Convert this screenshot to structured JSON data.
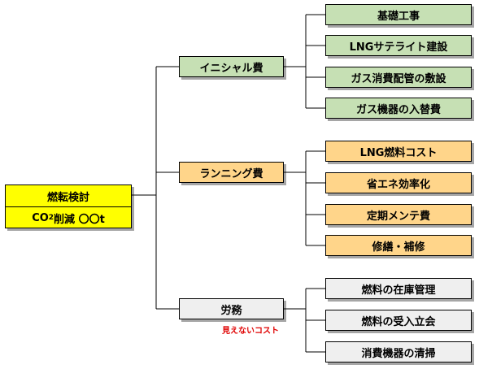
{
  "root": {
    "title": "燃転検討",
    "co2_prefix": "CO",
    "co2_sub": "2",
    "co2_suffix": " 削減 〇〇t"
  },
  "branches": [
    {
      "label": "イニシャル費",
      "color": "#c6e0b4",
      "items": [
        "基礎工事",
        "LNGサテライト建設",
        "ガス消費配管の敷設",
        "ガス機器の入替費"
      ]
    },
    {
      "label": "ランニング費",
      "color": "#ffd58a",
      "items": [
        "LNG燃料コスト",
        "省エネ効率化",
        "定期メンテ費",
        "修繕・補修"
      ]
    },
    {
      "label": "労務",
      "color": "#efefef",
      "note": "見えないコスト",
      "items": [
        "燃料の在庫管理",
        "燃料の受入立会",
        "消費機器の清掃"
      ]
    }
  ],
  "colors": {
    "root": "#ffff00",
    "note_text": "#e00000"
  }
}
